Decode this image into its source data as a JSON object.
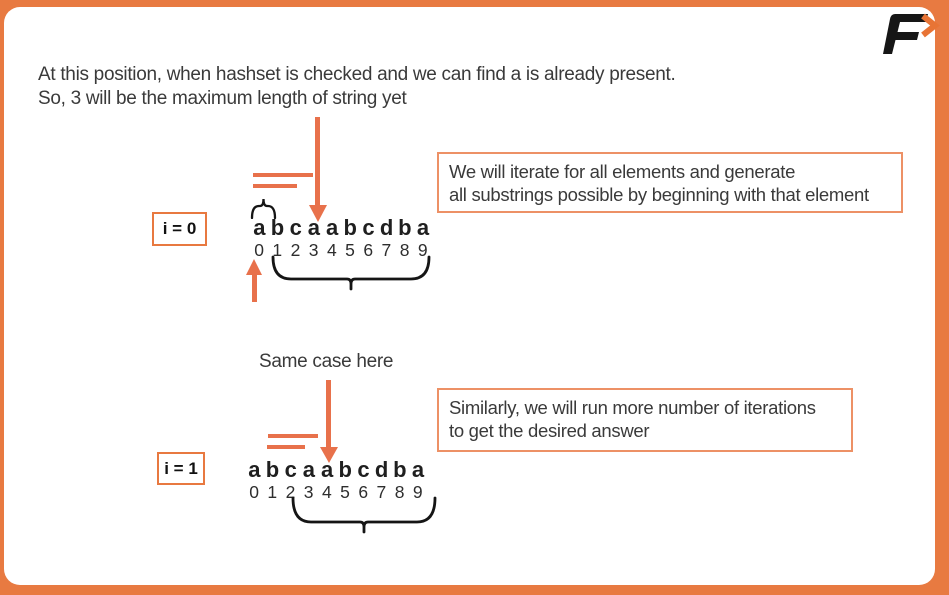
{
  "colors": {
    "frame": "#E87A41",
    "accent": "#E8714B",
    "note_border": "#ED9166",
    "label_border": "#E87940",
    "ink": "#1F1F1F"
  },
  "logo": {
    "glyph": "F",
    "mark": "chevron-right"
  },
  "intro": {
    "line1": "At this position, when hashset is checked and we can find a is already present.",
    "line2": "So, 3 will be the maximum length of string yet"
  },
  "notes": {
    "note1": {
      "line1": "We will iterate for all elements and generate",
      "line2": "all substrings possible by beginning with that element"
    },
    "note2": {
      "line1": "Similarly, we will run more number of iterations",
      "line2": "to get the desired answer"
    }
  },
  "sections": {
    "s1": {
      "label": "i = 0",
      "chars": [
        "a",
        "b",
        "c",
        "a",
        "a",
        "b",
        "c",
        "d",
        "b",
        "a"
      ],
      "indices": [
        "0",
        "1",
        "2",
        "3",
        "4",
        "5",
        "6",
        "7",
        "8",
        "9"
      ]
    },
    "s2": {
      "label": "i = 1",
      "annotation": "Same case here",
      "chars": [
        "a",
        "b",
        "c",
        "a",
        "a",
        "b",
        "c",
        "d",
        "b",
        "a"
      ],
      "indices": [
        "0",
        "1",
        "2",
        "3",
        "4",
        "5",
        "6",
        "7",
        "8",
        "9"
      ]
    }
  }
}
